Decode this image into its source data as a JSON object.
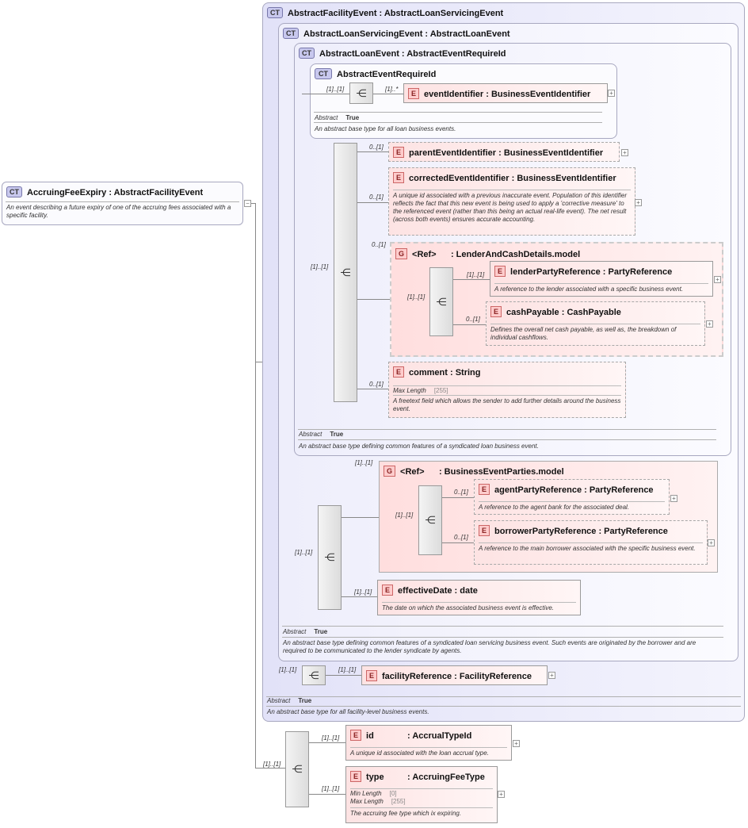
{
  "root": {
    "badge": "CT",
    "title": "AccruingFeeExpiry : AbstractFacilityEvent",
    "doc": "An event describing a future expiry of one of the accruing fees associated with a specific facility."
  },
  "facility_event": {
    "badge": "CT",
    "title": "AbstractFacilityEvent : AbstractLoanServicingEvent",
    "abstract_label": "Abstract",
    "abstract_value": "True",
    "doc": "An abstract base type for all facility-level business events."
  },
  "servicing_event": {
    "badge": "CT",
    "title": "AbstractLoanServicingEvent : AbstractLoanEvent",
    "abstract_label": "Abstract",
    "abstract_value": "True",
    "doc": "An abstract base type defining common features of a syndicated loan servicing business event. Such events are originated by the borrower and are required to be communicated to the lender syndicate by agents."
  },
  "loan_event": {
    "badge": "CT",
    "title": "AbstractLoanEvent : AbstractEventRequireId",
    "abstract_label": "Abstract",
    "abstract_value": "True",
    "doc": "An abstract base type defining common features of a syndicated loan business event."
  },
  "require_id": {
    "badge": "CT",
    "title": "AbstractEventRequireId",
    "abstract_label": "Abstract",
    "abstract_value": "True",
    "doc": "An abstract base type for all loan business events.",
    "seq_card": "[1]..[1]",
    "el_card": "[1]..*"
  },
  "elements": {
    "eventIdentifier": {
      "badge": "E",
      "title": "eventIdentifier : BusinessEventIdentifier"
    },
    "parentEventIdentifier": {
      "badge": "E",
      "title": "parentEventIdentifier : BusinessEventIdentifier",
      "card": "0..[1]"
    },
    "correctedEventIdentifier": {
      "badge": "E",
      "title": "correctedEventIdentifier : BusinessEventIdentifier",
      "card": "0..[1]",
      "doc": "A unique id associated with a previous inaccurate event. Population of this identifier reflects the fact that this new event is being used to apply a 'corrective measure' to the referenced event (rather than this being an actual real-life event). The net result (across both events) ensures accurate accounting."
    },
    "lenderGroup": {
      "badge": "G",
      "ref": "<Ref>",
      "title": ": LenderAndCashDetails.model",
      "card": "0..[1]",
      "seq_card": "[1]..[1]"
    },
    "lenderPartyReference": {
      "badge": "E",
      "title": "lenderPartyReference : PartyReference",
      "card": "[1]..[1]",
      "doc": "A reference to the lender associated with a specific business event."
    },
    "cashPayable": {
      "badge": "E",
      "title": "cashPayable : CashPayable",
      "card": "0..[1]",
      "doc": "Defines the overall net cash payable, as well as, the breakdown of individual cashflows."
    },
    "comment": {
      "badge": "E",
      "title": "comment : String",
      "card": "0..[1]",
      "facet_label": "Max Length",
      "facet_value": "[255]",
      "doc": "A freetext field which allows the sender to add further details around the business event."
    },
    "partiesGroup": {
      "badge": "G",
      "ref": "<Ref>",
      "title": ": BusinessEventParties.model",
      "card": "[1]..[1]",
      "seq_card": "[1]..[1]"
    },
    "agentPartyReference": {
      "badge": "E",
      "title": "agentPartyReference : PartyReference",
      "card": "0..[1]",
      "doc": "A reference to the agent bank for the associated deal."
    },
    "borrowerPartyReference": {
      "badge": "E",
      "title": "borrowerPartyReference : PartyReference",
      "card": "0..[1]",
      "doc": "A reference to the main borrower associated with the specific business event."
    },
    "effectiveDate": {
      "badge": "E",
      "title": "effectiveDate : date",
      "card": "[1]..[1]",
      "doc": "The date on which the associated business event is effective."
    },
    "facilityReference": {
      "badge": "E",
      "title": "facilityReference : FacilityReference",
      "card": "[1]..[1]"
    },
    "id": {
      "badge": "E",
      "name": "id",
      "type": ": AccrualTypeId",
      "card": "[1]..[1]",
      "doc": "A unique id associated with the loan accrual type."
    },
    "type": {
      "badge": "E",
      "name": "type",
      "type": ": AccruingFeeType",
      "card": "[1]..[1]",
      "facet1_label": "Min Length",
      "facet1_value": "[0]",
      "facet2_label": "Max Length",
      "facet2_value": "[255]",
      "doc": "The accruing fee type which ix expiring."
    }
  },
  "seq_cards": {
    "loan_seq": "[1]..[1]",
    "servicing_seq": "[1]..[1]",
    "facility_seq": "[1]..[1]",
    "root_seq": "[1]..[1]"
  },
  "icons": {
    "sequence": "sequence-icon",
    "expand": "plus-icon"
  }
}
